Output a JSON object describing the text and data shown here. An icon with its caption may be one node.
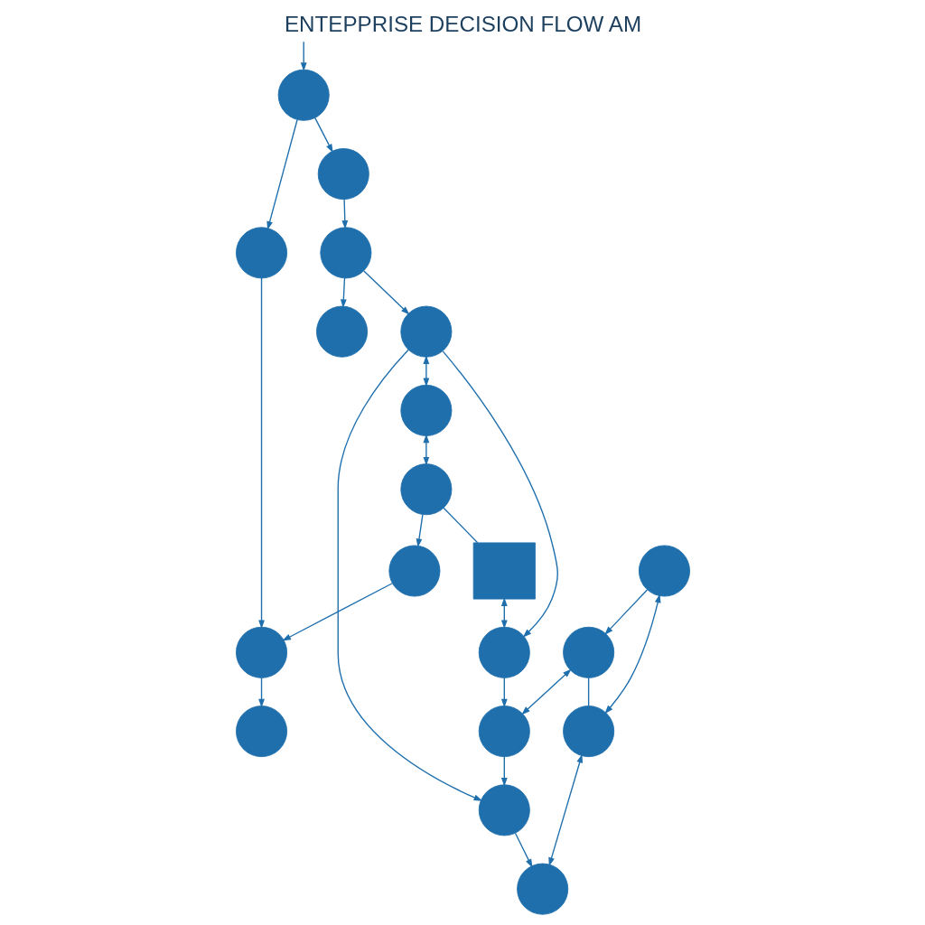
{
  "diagram": {
    "title": "ENTEPPRISE DECISION FLOW AM",
    "nodes": [
      {
        "text": [],
        "shape": "circle"
      },
      {
        "text": [],
        "shape": "circle"
      },
      {
        "text": [],
        "shape": "circle"
      },
      {
        "text": [],
        "shape": "circle"
      },
      {
        "text": [],
        "shape": "circle"
      },
      {
        "text": [],
        "shape": "circle"
      },
      {
        "text": [],
        "shape": "box"
      },
      {
        "text": [],
        "shape": "circle"
      },
      {
        "text": [],
        "shape": "circle"
      },
      {
        "text": [],
        "shape": "circle"
      },
      {
        "text": [],
        "shape": "circle"
      },
      {
        "text": [],
        "shape": "circle"
      },
      {
        "text": [],
        "shape": "circle"
      },
      {
        "text": [],
        "shape": "circle"
      },
      {
        "text": [],
        "shape": "circle"
      },
      {
        "text": [],
        "shape": "circle"
      },
      {
        "text": [],
        "shape": "circle"
      },
      {
        "text": [],
        "shape": "circle"
      },
      {
        "text": [],
        "shape": "circle"
      }
    ],
    "edges": [
      {
        "from": 0,
        "to": 1,
        "arrow": "both"
      },
      {
        "from": 8,
        "to": 0,
        "arrow": "both"
      },
      {
        "from": 1,
        "to": 6,
        "arrow": "none"
      },
      {
        "from": null,
        "to": 2,
        "arrow": "to"
      },
      {
        "from": 2,
        "to": 3,
        "arrow": "to"
      },
      {
        "from": 3,
        "to": 4,
        "arrow": "to"
      },
      {
        "from": 4,
        "to": 5,
        "arrow": "to"
      },
      {
        "from": 4,
        "to": 8,
        "arrow": "to"
      },
      {
        "from": 2,
        "to": 10,
        "arrow": "to"
      },
      {
        "from": 6,
        "to": 7,
        "arrow": "both"
      },
      {
        "from": 8,
        "to": 7,
        "arrow": "to"
      },
      {
        "from": 1,
        "to": 14,
        "arrow": "to"
      },
      {
        "from": 9,
        "to": 17,
        "arrow": "both"
      },
      {
        "from": 9,
        "to": 11,
        "arrow": "to"
      },
      {
        "from": 11,
        "to": 12,
        "arrow": "both"
      },
      {
        "from": 7,
        "to": 12,
        "arrow": "to"
      },
      {
        "from": 10,
        "to": 15,
        "arrow": "to"
      },
      {
        "from": 12,
        "to": 13,
        "arrow": "to"
      },
      {
        "from": 8,
        "to": 13,
        "arrow": "to"
      },
      {
        "from": 14,
        "to": 15,
        "arrow": "to"
      },
      {
        "from": 15,
        "to": 16,
        "arrow": "to"
      },
      {
        "from": 11,
        "to": 17,
        "arrow": "none"
      },
      {
        "from": 13,
        "to": 18,
        "arrow": "to"
      },
      {
        "from": 17,
        "to": 18,
        "arrow": "both"
      }
    ]
  }
}
